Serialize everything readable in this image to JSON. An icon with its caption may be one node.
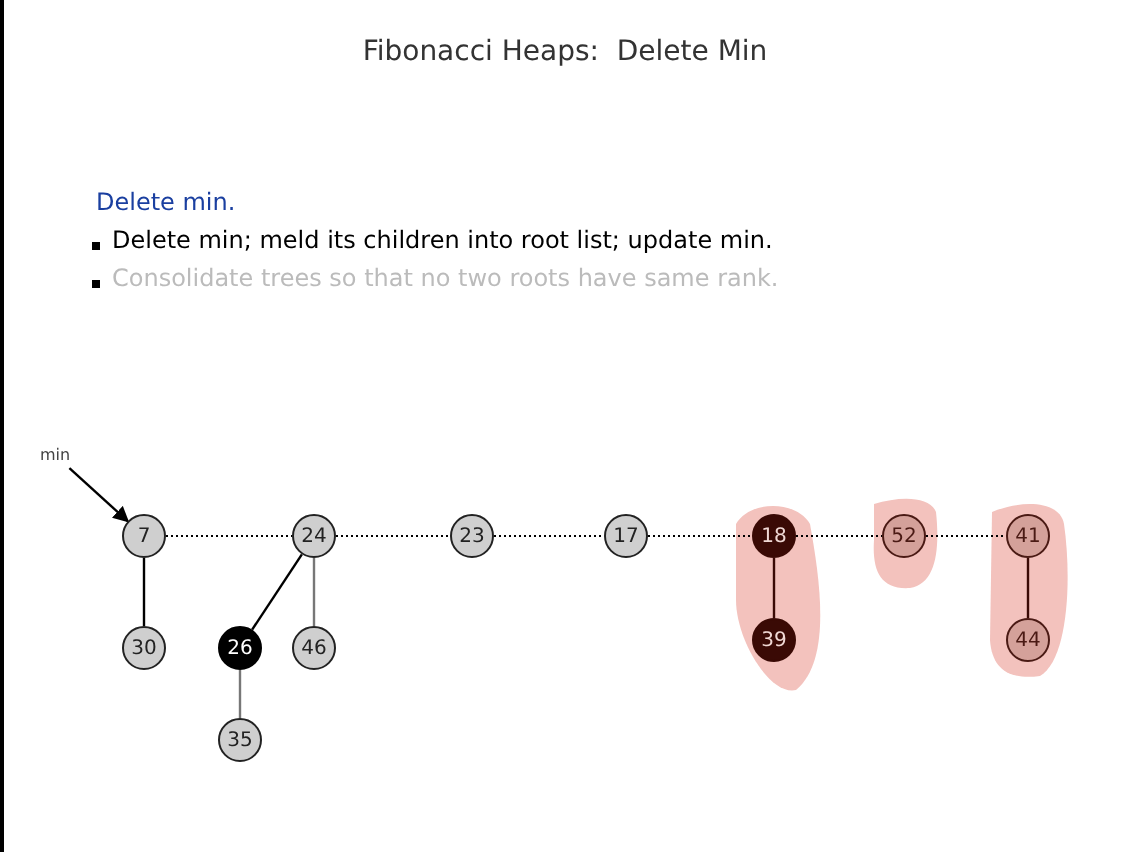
{
  "diagram": {
    "title": "Fibonacci Heaps:  Delete Min",
    "nodes": [
      {
        "text": [
          "min"
        ]
      },
      {
        "text": [
          "7"
        ]
      },
      {
        "text": [
          "24"
        ]
      },
      {
        "text": [
          "23"
        ]
      },
      {
        "text": [
          "17"
        ]
      },
      {
        "text": [
          "18"
        ]
      },
      {
        "text": [
          "52"
        ]
      },
      {
        "text": [
          "41"
        ]
      },
      {
        "text": [
          "30"
        ]
      },
      {
        "text": [
          "26"
        ]
      },
      {
        "text": [
          "46"
        ]
      },
      {
        "text": [
          "35"
        ]
      },
      {
        "text": [
          "39"
        ]
      },
      {
        "text": [
          "44"
        ]
      }
    ],
    "edges": [
      {
        "from": 0,
        "to": 1,
        "arrow": "to"
      },
      {
        "from": 1,
        "to": 2,
        "arrow": "none",
        "style": "dashed"
      },
      {
        "from": 2,
        "to": 3,
        "arrow": "none",
        "style": "dashed"
      },
      {
        "from": 3,
        "to": 4,
        "arrow": "none",
        "style": "dashed"
      },
      {
        "from": 4,
        "to": 5,
        "arrow": "none",
        "style": "dashed"
      },
      {
        "from": 5,
        "to": 6,
        "arrow": "none",
        "style": "dashed"
      },
      {
        "from": 6,
        "to": 7,
        "arrow": "none",
        "style": "dashed"
      },
      {
        "from": 1,
        "to": 8,
        "arrow": "none"
      },
      {
        "from": 2,
        "to": 9,
        "arrow": "none"
      },
      {
        "from": 2,
        "to": 10,
        "arrow": "none",
        "color": "#777777"
      },
      {
        "from": 9,
        "to": 11,
        "arrow": "none",
        "color": "#777777"
      },
      {
        "from": 5,
        "to": 12,
        "arrow": "none",
        "color": "#3a0a05"
      },
      {
        "from": 7,
        "to": 13,
        "arrow": "none",
        "color": "#3a0a05"
      }
    ],
    "labels": [
      "Delete min.",
      "Delete min; meld its children into root list; update min.",
      "Consolidate trees so that no two roots have same rank."
    ]
  }
}
